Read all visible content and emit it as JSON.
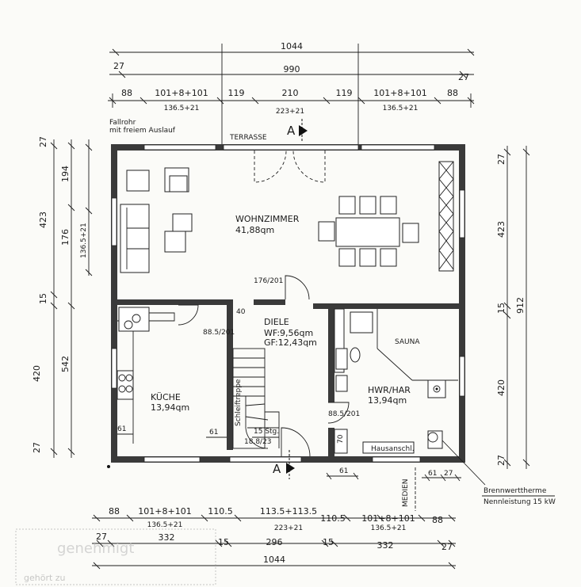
{
  "plan": {
    "rooms": {
      "wohnzimmer": {
        "name": "WOHNZIMMER",
        "area": "41,88qm"
      },
      "diele": {
        "name": "DIELE",
        "wf": "WF:9,56qm",
        "gf": "GF:12,43qm"
      },
      "kueche": {
        "name": "KÜCHE",
        "area": "13,94qm"
      },
      "hwr": {
        "name": "HWR/HAR",
        "area": "13,94qm"
      },
      "sauna": {
        "name": "SAUNA"
      }
    },
    "labels": {
      "terrasse": "TERRASSE",
      "fallrohr_1": "Fallrohr",
      "fallrohr_2": "mit freiem Auslauf",
      "treppe": "Schleiftreppe",
      "stg": "15 Stg.",
      "stg_dim": "18.8/23",
      "hausanschl": "Hausanschl.",
      "medien": "MEDIEN",
      "therme_1": "Brennwerttherme",
      "therme_2": "Nennleistung 15 kW",
      "section_top": "A",
      "section_bottom": "A",
      "stamp_text": "genehmigt",
      "stamp_sub": "gehört zu"
    },
    "openings": {
      "wz_door": "176/201",
      "kueche_door": "88.5/201",
      "hwr_door": "88.5/201",
      "small_40": "40"
    },
    "dims_top": {
      "total": "1044",
      "inner": "990",
      "left_27": "27",
      "right_27": "27",
      "seg_88a": "88",
      "seg_win_a": "101+8+101",
      "seg_win_a_sub": "136.5+21",
      "seg_119a": "119",
      "seg_210": "210",
      "seg_210_sub": "223+21",
      "seg_119b": "119",
      "seg_win_b": "101+8+101",
      "seg_win_b_sub": "136.5+21",
      "seg_88b": "88"
    },
    "dims_bottom": {
      "seg_88a": "88",
      "seg_win_a": "101+8+101",
      "seg_win_a_sub": "136.5+21",
      "seg_1105a": "110.5",
      "seg_mid": "113.5+113.5",
      "seg_mid_sub": "223+21",
      "seg_1105b": "110.5",
      "seg_win_b": "101+8+101",
      "seg_win_b_sub": "136.5+21",
      "seg_88b": "88",
      "in_27a": "27",
      "in_332a": "332",
      "in_15a": "15",
      "in_296": "296",
      "in_15b": "15",
      "in_332b": "332",
      "in_27b": "27",
      "total": "1044",
      "d_61_a": "61",
      "d_61_b": "61",
      "d_61_c": "61",
      "d_70": "70",
      "d_61_d": "61",
      "d_27_e": "27"
    },
    "dims_left": {
      "a27": "27",
      "a194": "194",
      "a423": "423",
      "a176": "176",
      "a1365": "136.5+21",
      "a15": "15",
      "a420": "420",
      "a542": "542",
      "a27b": "27"
    },
    "dims_right": {
      "r27": "27",
      "r423": "423",
      "r15": "15",
      "r912": "912",
      "r420": "420",
      "r27b": "27"
    }
  }
}
